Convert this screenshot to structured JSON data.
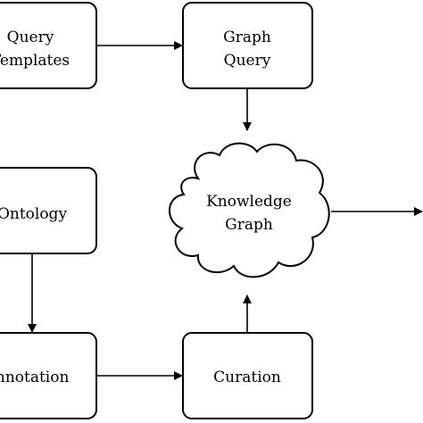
{
  "diagram": {
    "nodes": {
      "query_templates": {
        "line1": "Query",
        "line2": "Templates"
      },
      "graph_query": {
        "line1": "Graph",
        "line2": "Query"
      },
      "knowledge_graph": {
        "line1": "Knowledge",
        "line2": "Graph"
      },
      "ontology": {
        "label": "Ontology"
      },
      "annotation": {
        "label": "Annotation"
      },
      "curation": {
        "label": "Curation"
      }
    },
    "edges": [
      {
        "from": "query_templates",
        "to": "graph_query"
      },
      {
        "from": "graph_query",
        "to": "knowledge_graph"
      },
      {
        "from": "ontology",
        "to": "annotation"
      },
      {
        "from": "annotation",
        "to": "curation"
      },
      {
        "from": "curation",
        "to": "knowledge_graph"
      },
      {
        "from": "knowledge_graph",
        "to": "offscreen-right"
      }
    ]
  }
}
